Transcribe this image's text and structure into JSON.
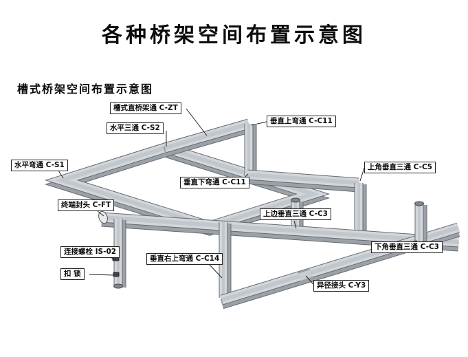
{
  "page": {
    "title": "各种桥架空间布置示意图",
    "subtitle": "槽式桥架空间布置示意图"
  },
  "labels": [
    {
      "id": "c-zt",
      "text": "槽式直桥架通 C-ZT"
    },
    {
      "id": "c-s2",
      "text": "水平三通 C-S2"
    },
    {
      "id": "c-c11-up",
      "text": "垂直上弯通 C-C11"
    },
    {
      "id": "c-s1",
      "text": "水平弯通 C-S1"
    },
    {
      "id": "c-c11-down",
      "text": "垂直下弯通 C-C11"
    },
    {
      "id": "c-c5",
      "text": "上角垂直三通 C-C5"
    },
    {
      "id": "c-ft",
      "text": "终端封头 C-FT"
    },
    {
      "id": "c-c3-top",
      "text": "上边垂直三通 C-C3"
    },
    {
      "id": "is-02",
      "text": "连接螺栓 IS-02"
    },
    {
      "id": "c-c14",
      "text": "垂直右上弯通 C-C14"
    },
    {
      "id": "c-c3-bottom",
      "text": "下角垂直三通 C-C3"
    },
    {
      "id": "lock",
      "text": "扣 锁"
    },
    {
      "id": "c-y3",
      "text": "异径接头 C-Y3"
    }
  ],
  "colors": {
    "tray_top": "#d3d7db",
    "tray_side": "#9ba1a7",
    "tray_edge": "#666b71",
    "tray_channel": "#c2c7cc",
    "metal_dark": "#7f858b",
    "cap_face": "#e7e9eb",
    "leader": "#222222"
  }
}
